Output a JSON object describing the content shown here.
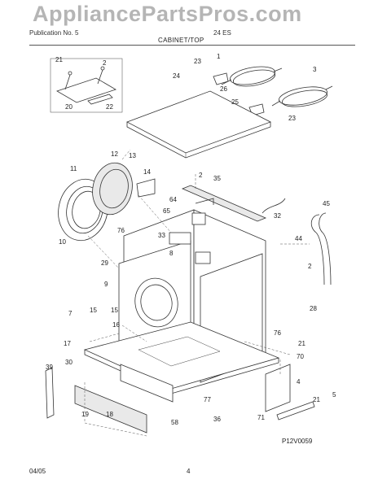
{
  "header": {
    "publication_label": "Publication No. 5",
    "model_label": "24 ES",
    "section_title": "CABINET/TOP"
  },
  "watermark": "AppliancePartsPros.com",
  "footer": {
    "date": "04/05",
    "page": "4"
  },
  "diagram_code": "P12V0059",
  "callouts": [
    "21",
    "2",
    "20",
    "22",
    "1",
    "23",
    "3",
    "24",
    "26",
    "25",
    "23",
    "12",
    "13",
    "11",
    "14",
    "15",
    "2",
    "35",
    "64",
    "65",
    "76",
    "10",
    "32",
    "33",
    "8",
    "29",
    "45",
    "44",
    "2",
    "9",
    "15",
    "7",
    "28",
    "16",
    "76",
    "21",
    "17",
    "39",
    "30",
    "70",
    "18",
    "19",
    "58",
    "77",
    "4",
    "36",
    "21",
    "71",
    "5"
  ]
}
